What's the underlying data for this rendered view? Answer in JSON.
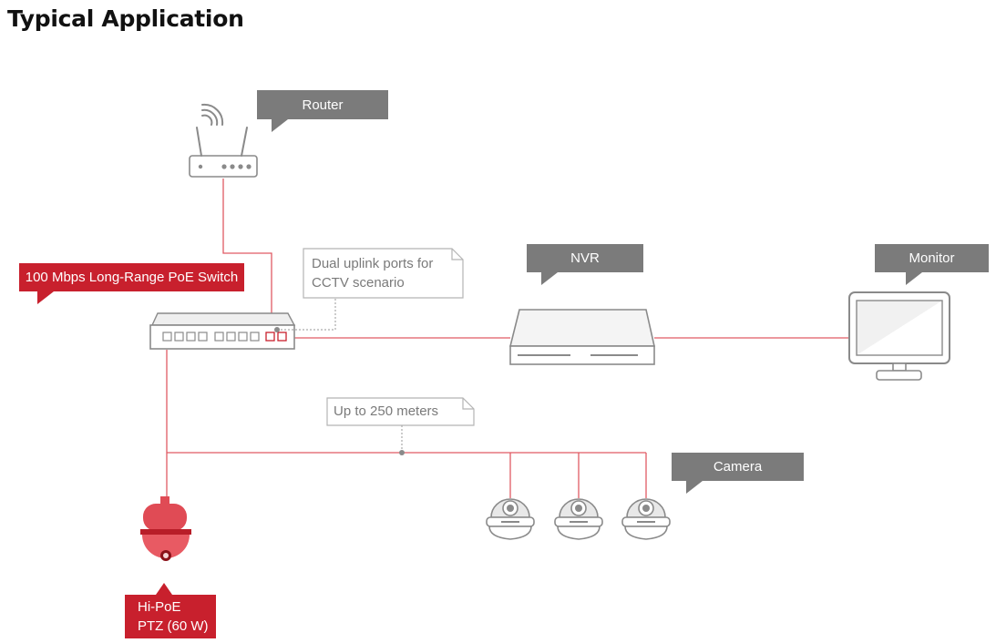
{
  "title": "Typical Application",
  "labels": {
    "router": "Router",
    "switch": "100 Mbps Long-Range PoE Switch",
    "uplink_note_line1": "Dual uplink ports for",
    "uplink_note_line2": "CCTV scenario",
    "nvr": "NVR",
    "monitor": "Monitor",
    "distance_note": "Up to 250 meters",
    "camera": "Camera",
    "ptz_line1": "Hi-PoE",
    "ptz_line2": "PTZ (60 W)"
  },
  "colors": {
    "accent_red": "#c8202d",
    "label_gray": "#7b7b7b",
    "device_gray": "#8a8a8a",
    "wire_red": "#e05a63"
  }
}
